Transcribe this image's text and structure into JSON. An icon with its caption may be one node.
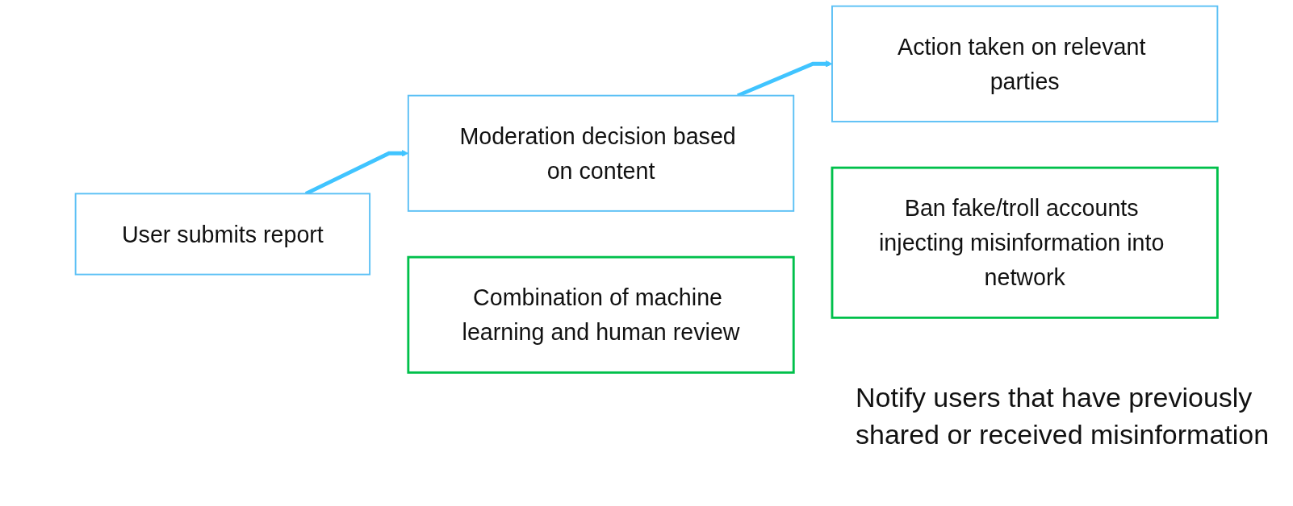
{
  "diagram": {
    "nodes": [
      {
        "text": [
          "User submits report"
        ]
      },
      {
        "text": [
          "Moderation decision based on content"
        ]
      },
      {
        "text": [
          "Action taken on relevant parties"
        ]
      },
      {
        "text": [
          "Combination of machine learning and human review"
        ]
      },
      {
        "text": [
          "Ban fake/troll accounts injecting misinformation into network"
        ]
      }
    ],
    "edges": [
      {
        "from": 0,
        "to": 1,
        "arrow": "to"
      },
      {
        "from": 1,
        "to": 2,
        "arrow": "to"
      }
    ],
    "labels": [
      "Notify users that have previously shared or received misinformation"
    ]
  }
}
